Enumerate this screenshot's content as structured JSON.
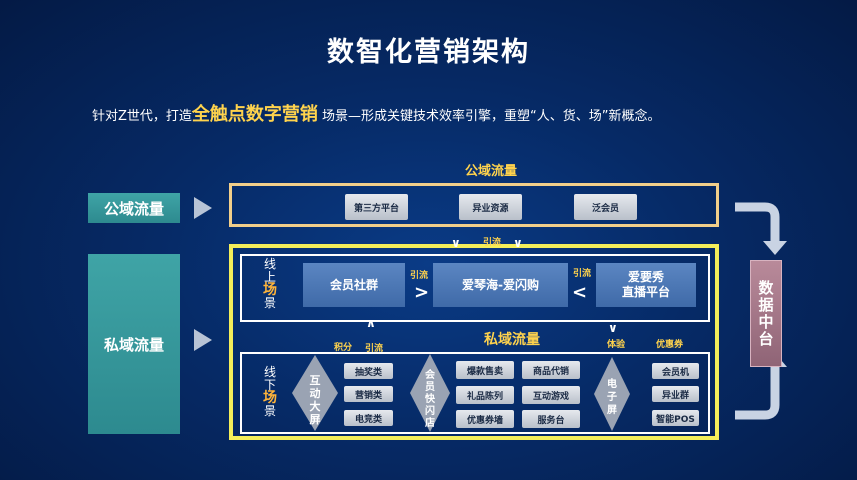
{
  "title": "数智化营销架构",
  "subtitle": {
    "prefix": "针对Z世代，打造",
    "highlight": "全触点数字营销",
    "suffix": " 场景—形成关键技术效率引擎，重塑“人、货、场”新概念。"
  },
  "public": {
    "header": "公域流量",
    "left_label": "公域流量",
    "items": [
      "第三方平台",
      "异业资源",
      "泛会员"
    ]
  },
  "private": {
    "left_label": "私域流量",
    "inner_header": "私域流量",
    "flow_top": "引流",
    "online": {
      "scene": [
        "线",
        "上",
        "场",
        "景"
      ],
      "boxes": [
        "会员社群",
        "爱琴海-爱闪购",
        "爱要秀\n直播平台"
      ],
      "flow_left": "引流",
      "flow_right": "引流"
    },
    "between": {
      "points": "积分",
      "divert": "引流",
      "experience": "体验",
      "coupon": "优惠券"
    },
    "offline": {
      "scene": [
        "线",
        "下",
        "场",
        "景"
      ],
      "diamond1": "互动大屏",
      "diamond2": "会员快闪店",
      "diamond3": "电子屏",
      "col1": [
        "抽奖类",
        "营销类",
        "电竞类"
      ],
      "col2": [
        "爆款售卖",
        "礼品陈列",
        "优惠券墙"
      ],
      "col3": [
        "商品代销",
        "互动游戏",
        "服务台"
      ],
      "col4": [
        "会员机",
        "异业群",
        "智能POS"
      ]
    }
  },
  "data_center": "数据中台"
}
